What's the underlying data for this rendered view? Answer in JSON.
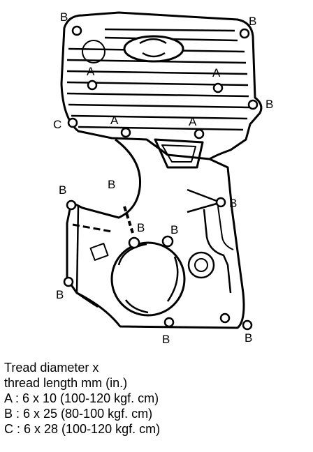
{
  "labels": {
    "a": "A",
    "b": "B",
    "c": "C"
  },
  "legend": {
    "line1": "Tread diameter x",
    "line2": "thread length mm (in.)",
    "spec_a": "A : 6 x 10 (100-120 kgf. cm)",
    "spec_b": "B : 6 x 25 (80-100 kgf. cm)",
    "spec_c": "C : 6 x 28 (100-120 kgf. cm)"
  }
}
